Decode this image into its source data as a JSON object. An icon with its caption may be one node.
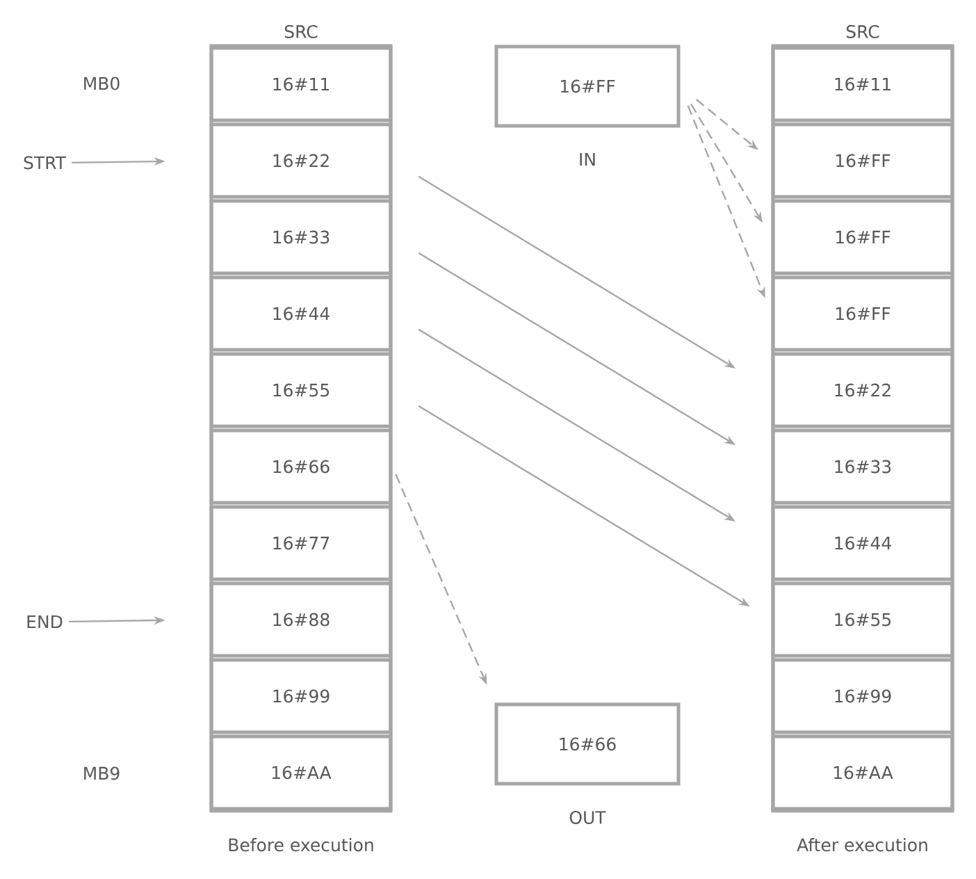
{
  "diagram": {
    "nodes": [
      {
        "text": [
          "SRC"
        ],
        "beside": [
          "Before execution"
        ]
      },
      {
        "text": [
          "16#11"
        ],
        "in": 0
      },
      {
        "text": [
          "16#22"
        ],
        "in": 0
      },
      {
        "text": [
          "16#33"
        ],
        "in": 0
      },
      {
        "text": [
          "16#44"
        ],
        "in": 0
      },
      {
        "text": [
          "16#55"
        ],
        "in": 0
      },
      {
        "text": [
          "16#66"
        ],
        "in": 0
      },
      {
        "text": [
          "16#77"
        ],
        "in": 0
      },
      {
        "text": [
          "16#88"
        ],
        "in": 0
      },
      {
        "text": [
          "16#99"
        ],
        "in": 0
      },
      {
        "text": [
          "16#AA"
        ],
        "in": 0
      },
      {
        "text": [
          "16#FF"
        ],
        "beside": [
          "IN"
        ]
      },
      {
        "text": [
          "16#66"
        ],
        "beside": [
          "OUT"
        ]
      },
      {
        "text": [
          "SRC"
        ],
        "beside": [
          "After execution"
        ]
      },
      {
        "text": [
          "16#11"
        ],
        "in": 13
      },
      {
        "text": [
          "16#FF"
        ],
        "in": 13
      },
      {
        "text": [
          "16#FF"
        ],
        "in": 13
      },
      {
        "text": [
          "16#FF"
        ],
        "in": 13
      },
      {
        "text": [
          "16#22"
        ],
        "in": 13
      },
      {
        "text": [
          "16#33"
        ],
        "in": 13
      },
      {
        "text": [
          "16#44"
        ],
        "in": 13
      },
      {
        "text": [
          "16#55"
        ],
        "in": 13
      },
      {
        "text": [
          "16#99"
        ],
        "in": 13
      },
      {
        "text": [
          "16#AA"
        ],
        "in": 13
      },
      {
        "text": [
          "STRT"
        ]
      },
      {
        "text": [
          "END"
        ]
      }
    ],
    "edges": [
      {
        "from": 24,
        "to": 2,
        "arrow": "to"
      },
      {
        "from": 25,
        "to": 8,
        "arrow": "to"
      },
      {
        "from": 2,
        "to": 18,
        "arrow": "to"
      },
      {
        "from": 3,
        "to": 19,
        "arrow": "to"
      },
      {
        "from": 4,
        "to": 20,
        "arrow": "to"
      },
      {
        "from": 5,
        "to": 21,
        "arrow": "to"
      },
      {
        "from": 6,
        "to": 12,
        "arrow": "to",
        "style": "dashed"
      },
      {
        "from": 11,
        "to": 15,
        "arrow": "to",
        "style": "dashed"
      },
      {
        "from": 11,
        "to": 16,
        "arrow": "to",
        "style": "dashed"
      },
      {
        "from": 11,
        "to": 17,
        "arrow": "to",
        "style": "dashed"
      }
    ],
    "labels": [
      "MB0",
      "MB9"
    ]
  }
}
